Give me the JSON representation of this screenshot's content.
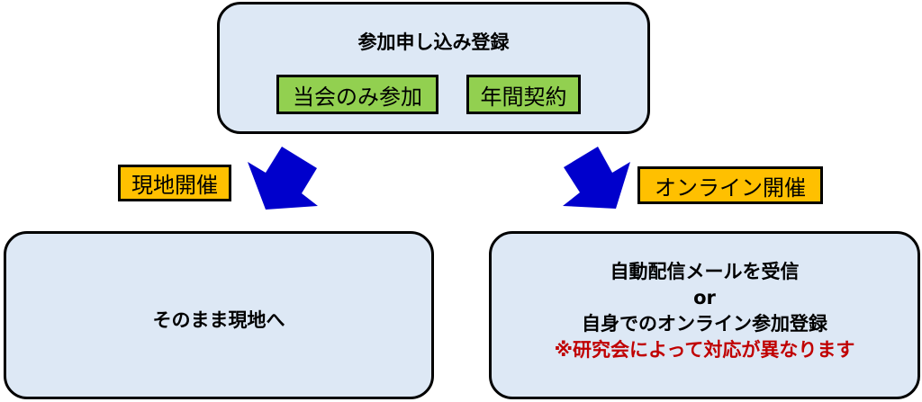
{
  "top": {
    "title": "参加申し込み登録",
    "options": [
      "当会のみ参加",
      "年間契約"
    ]
  },
  "branches": {
    "onsite": {
      "label": "現地開催",
      "result": "そのまま現地へ"
    },
    "online": {
      "label": "オンライン開催",
      "result_lines": [
        "自動配信メールを受信",
        "or",
        "自身でのオンライン参加登録"
      ],
      "note": "※研究会によって対応が異なります"
    }
  },
  "colors": {
    "box_fill": "#dde8f5",
    "option_fill": "#92d050",
    "label_fill": "#ffc000",
    "arrow_fill": "#0000cc",
    "note_text": "#c00000"
  }
}
